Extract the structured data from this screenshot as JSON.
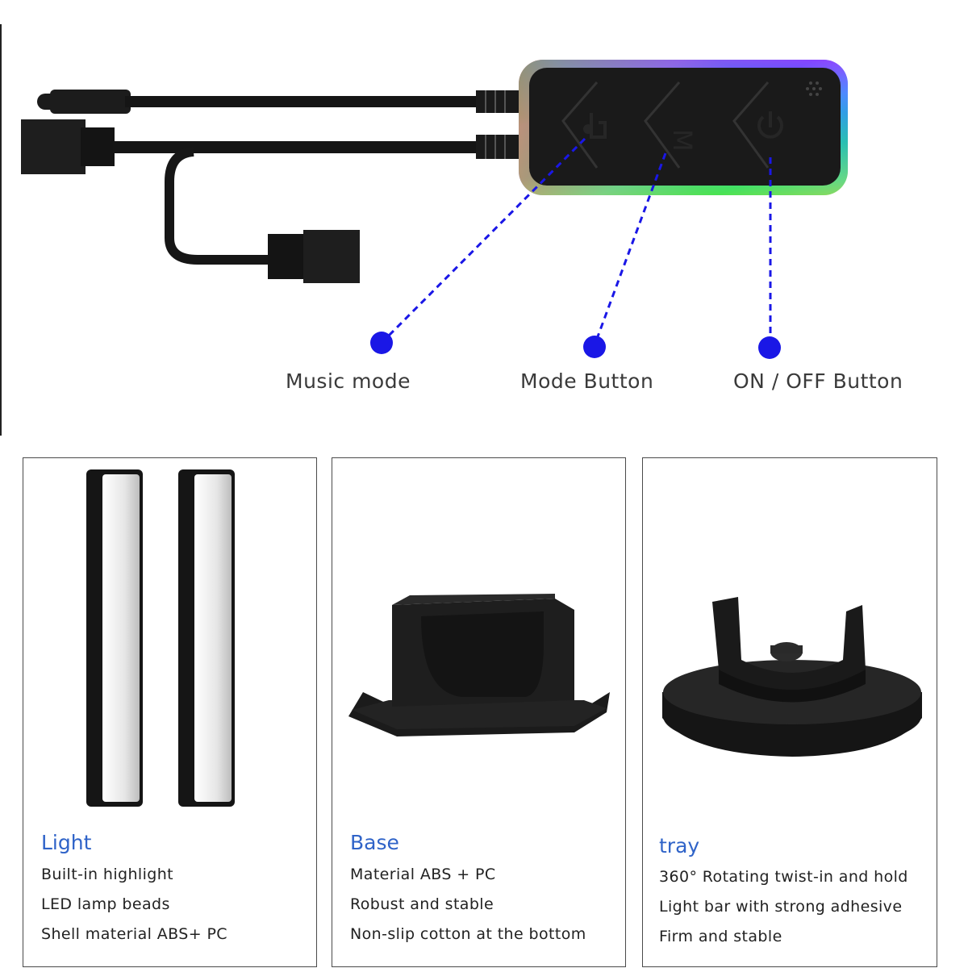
{
  "controller": {
    "callouts": [
      {
        "label": "Music mode"
      },
      {
        "label": "Mode Button"
      },
      {
        "label": "ON / OFF Button"
      }
    ],
    "button_glyphs": {
      "mode": "M"
    },
    "callout_color": "#1a17e6"
  },
  "panels": [
    {
      "title": "Light",
      "lines": [
        "Built-in highlight",
        "LED lamp beads",
        "Shell material ABS+ PC"
      ]
    },
    {
      "title": "Base",
      "lines": [
        "Material ABS + PC",
        "Robust and stable",
        "Non-slip cotton at the bottom"
      ]
    },
    {
      "title": "tray",
      "lines": [
        "360° Rotating twist-in and hold",
        "Light bar with strong adhesive",
        "Firm and stable"
      ]
    }
  ],
  "colors": {
    "title_blue": "#2f63c8",
    "text": "#222222"
  }
}
